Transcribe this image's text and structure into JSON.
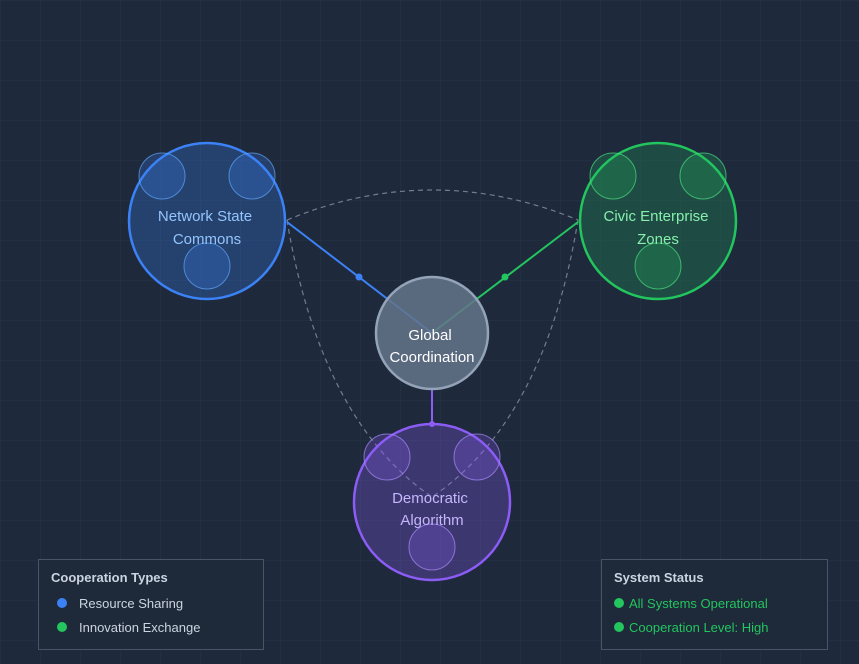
{
  "nodes": {
    "network_state": {
      "line1": "Network State",
      "line2": "Commons"
    },
    "civic_enterprise": {
      "line1": "Civic Enterprise",
      "line2": "Zones"
    },
    "global": {
      "line1": "Global",
      "line2": "Coordination"
    },
    "democratic": {
      "line1": "Democratic",
      "line2": "Algorithm"
    }
  },
  "legend": {
    "title": "Cooperation Types",
    "items": [
      {
        "label": "Resource Sharing",
        "color": "#3b82f6"
      },
      {
        "label": "Innovation Exchange",
        "color": "#22c55e"
      }
    ]
  },
  "status": {
    "title": "System Status",
    "items": [
      {
        "label": "All Systems Operational",
        "color": "#22c55e"
      },
      {
        "label": "Cooperation Level: High",
        "color": "#22c55e"
      }
    ]
  },
  "colors": {
    "blue": "#3b82f6",
    "green": "#22c55e",
    "purple": "#8b5cf6",
    "gray": "#94a3b8",
    "background": "#1e293b"
  }
}
